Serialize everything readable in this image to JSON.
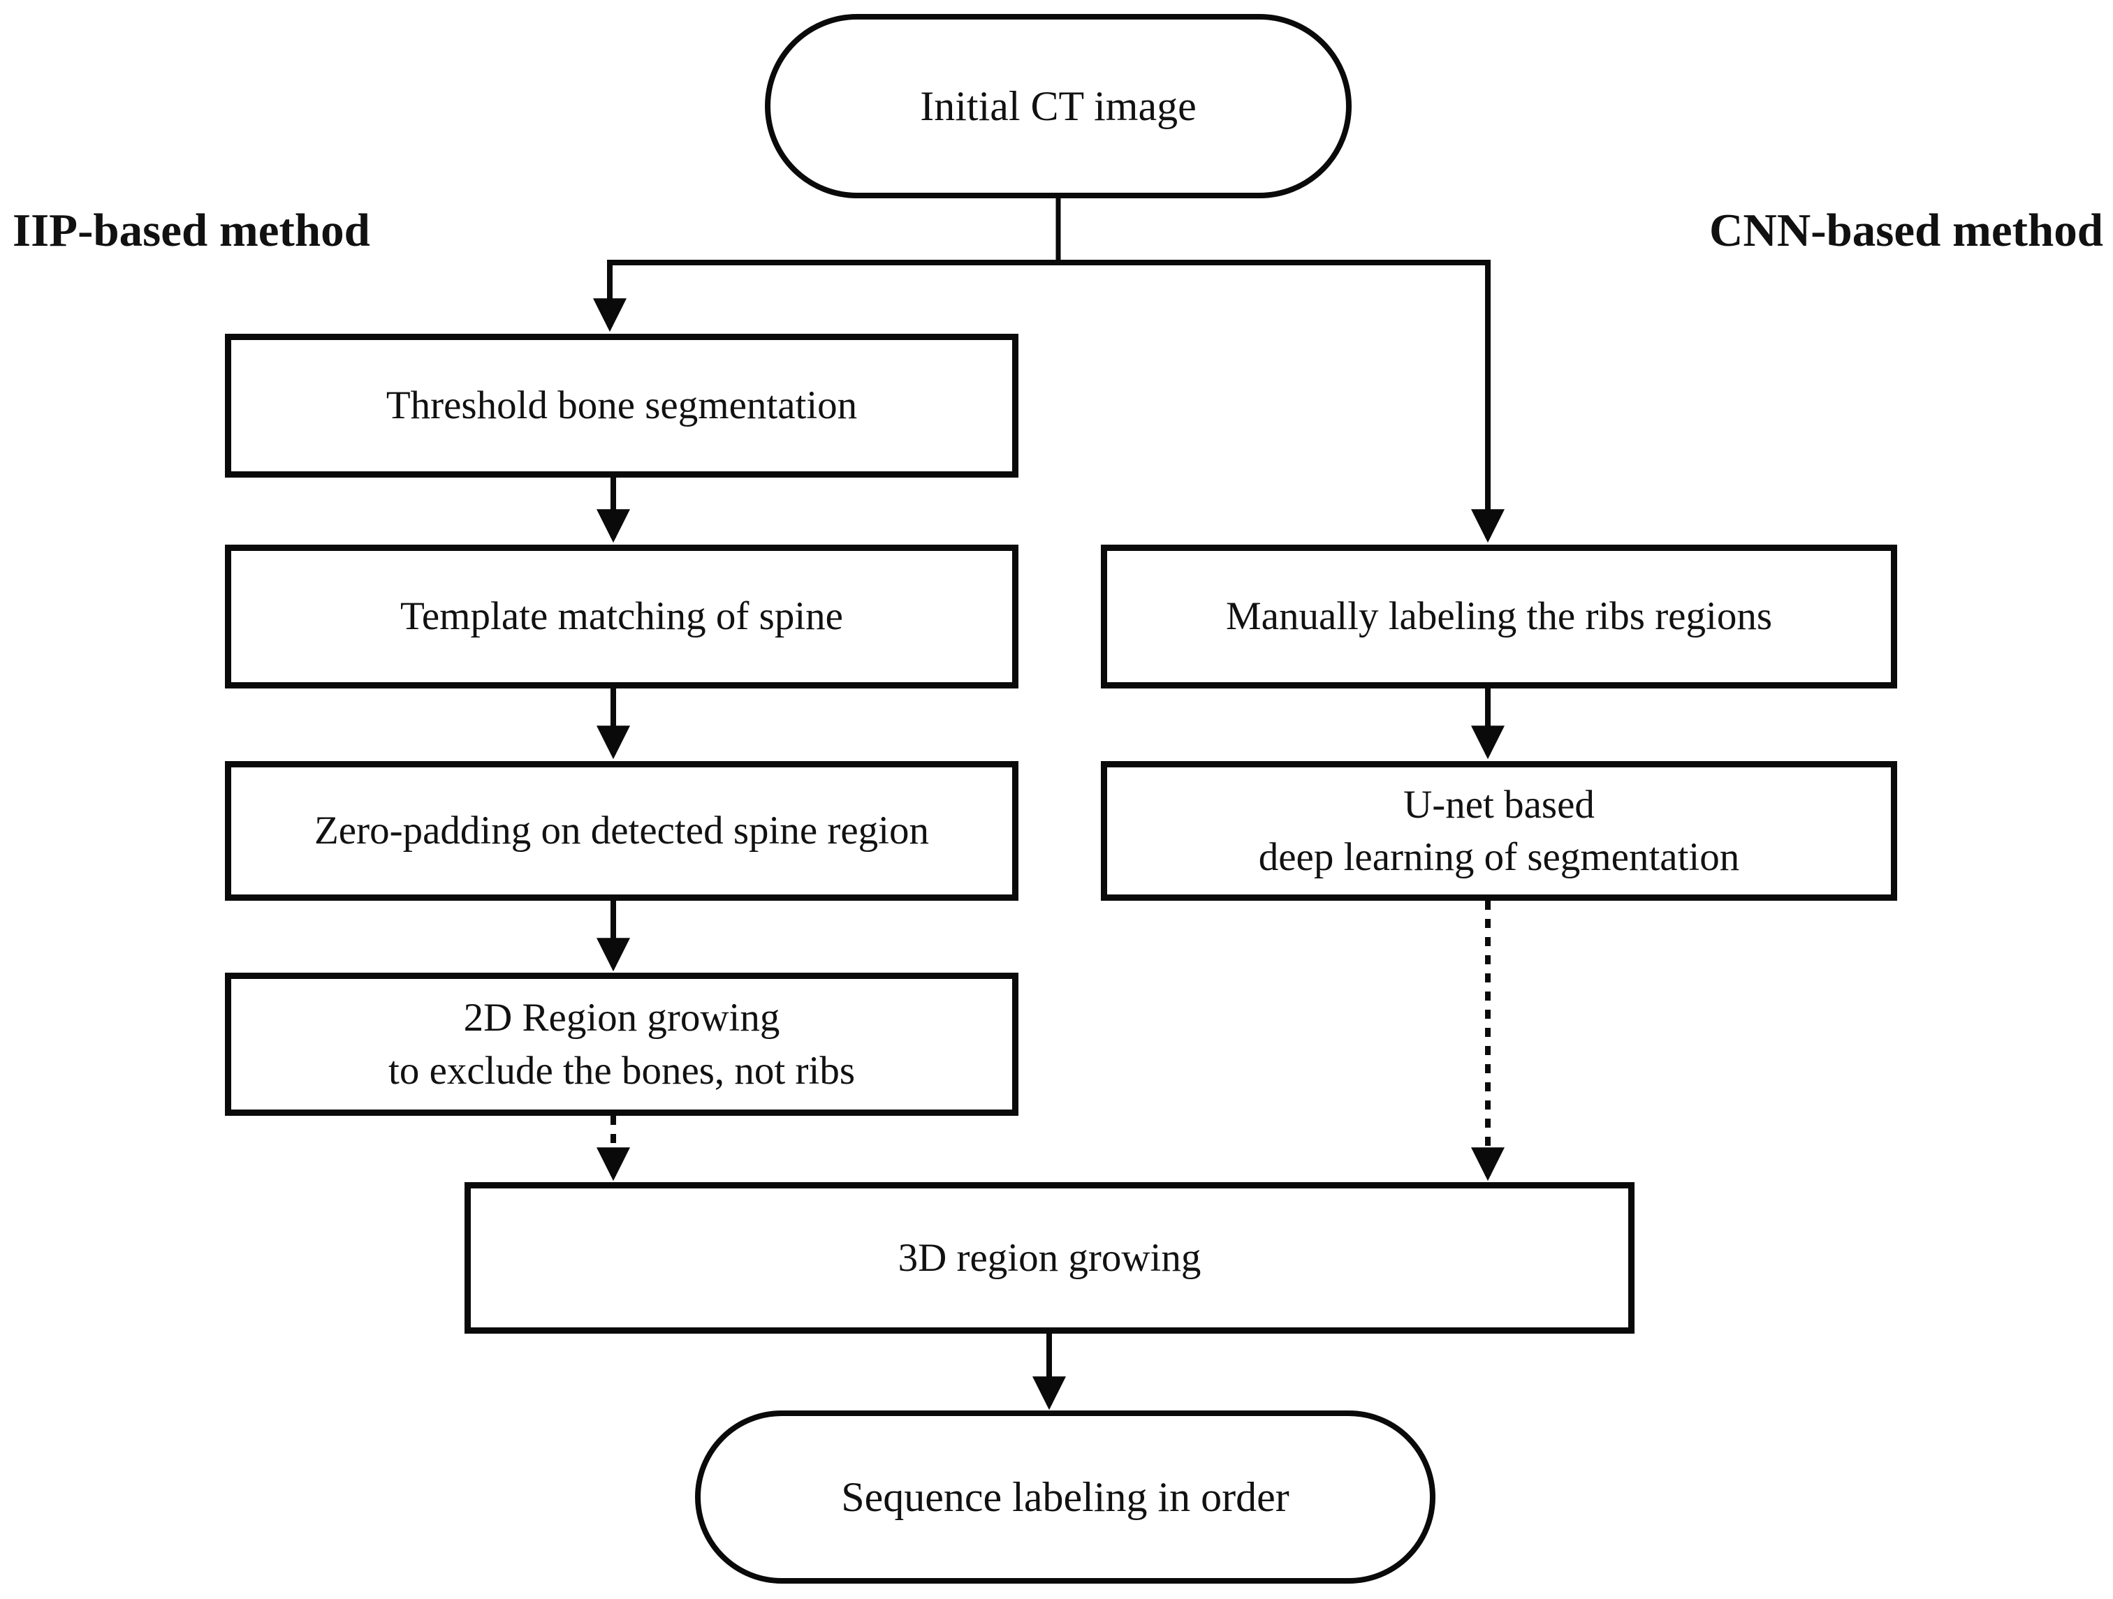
{
  "flowchart": {
    "start": {
      "label": "Initial CT image"
    },
    "labels": {
      "left": "IIP-based method",
      "right": "CNN-based method"
    },
    "iip_steps": [
      {
        "label": "Threshold bone segmentation"
      },
      {
        "label": "Template matching of spine"
      },
      {
        "label": "Zero-padding on detected spine region"
      },
      {
        "line1": "2D Region growing",
        "line2": "to exclude the bones, not ribs"
      }
    ],
    "cnn_steps": [
      {
        "label": "Manually labeling the ribs regions"
      },
      {
        "line1": "U-net based",
        "line2": "deep learning of segmentation"
      }
    ],
    "merge": {
      "label": "3D region growing"
    },
    "end": {
      "label": "Sequence labeling in order"
    }
  },
  "style": {
    "line_color": "#0a0a0a",
    "background": "#ffffff"
  }
}
